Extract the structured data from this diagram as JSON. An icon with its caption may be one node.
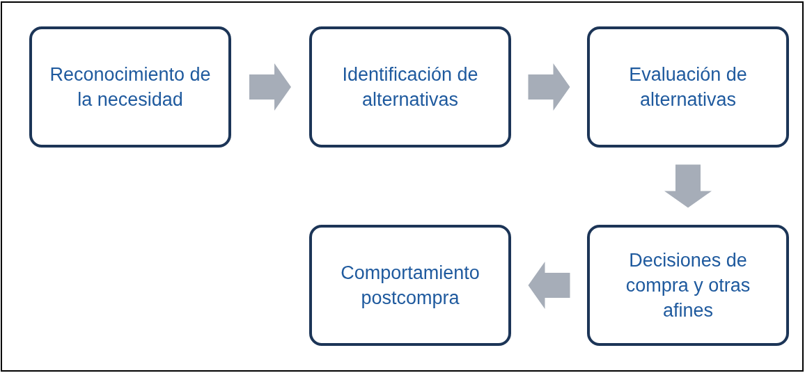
{
  "diagram": {
    "nodes": [
      {
        "text": [
          "Reconocimiento de la necesidad"
        ]
      },
      {
        "text": [
          "Identificación de alternativas"
        ]
      },
      {
        "text": [
          "Evaluación de alternativas"
        ]
      },
      {
        "text": [
          "Comportamiento postcompra"
        ]
      },
      {
        "text": [
          "Decisiones de compra y otras afines"
        ]
      }
    ],
    "edges": [
      {
        "from": 0,
        "to": 1,
        "arrow": "to"
      },
      {
        "from": 1,
        "to": 2,
        "arrow": "to"
      },
      {
        "from": 2,
        "to": 4,
        "arrow": "to"
      },
      {
        "from": 4,
        "to": 3,
        "arrow": "to"
      }
    ]
  }
}
